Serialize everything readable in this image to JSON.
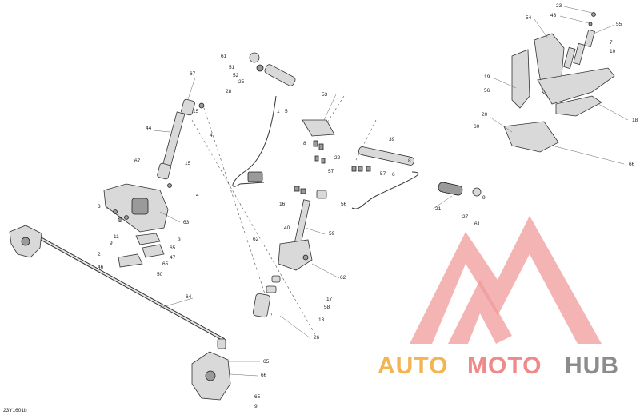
{
  "drawing_id": "23Y1601b",
  "watermark": {
    "text_part1": "AUTO",
    "text_part2": "MOTO",
    "text_part3": "HUB",
    "color_orange": "#f2b552",
    "color_red": "#ef8a8a",
    "color_gray": "#8c8c8c"
  },
  "callouts": [
    {
      "id": "c-23",
      "label": "23"
    },
    {
      "id": "c-43",
      "label": "43"
    },
    {
      "id": "c-54",
      "label": "54"
    },
    {
      "id": "c-55",
      "label": "55"
    },
    {
      "id": "c-7",
      "label": "7"
    },
    {
      "id": "c-10",
      "label": "10"
    },
    {
      "id": "c-19",
      "label": "19"
    },
    {
      "id": "c-56a",
      "label": "56"
    },
    {
      "id": "c-18",
      "label": "18"
    },
    {
      "id": "c-20",
      "label": "20"
    },
    {
      "id": "c-60",
      "label": "60"
    },
    {
      "id": "c-66",
      "label": "66"
    },
    {
      "id": "c-61",
      "label": "61"
    },
    {
      "id": "c-51",
      "label": "51"
    },
    {
      "id": "c-52",
      "label": "52"
    },
    {
      "id": "c-25",
      "label": "25"
    },
    {
      "id": "c-28",
      "label": "28"
    },
    {
      "id": "c-53",
      "label": "53"
    },
    {
      "id": "c-1",
      "label": "1"
    },
    {
      "id": "c-5",
      "label": "5"
    },
    {
      "id": "c-8",
      "label": "8"
    },
    {
      "id": "c-22",
      "label": "22"
    },
    {
      "id": "c-57a",
      "label": "57"
    },
    {
      "id": "c-39",
      "label": "39"
    },
    {
      "id": "c-8b",
      "label": "8"
    },
    {
      "id": "c-57b",
      "label": "57"
    },
    {
      "id": "c-6",
      "label": "6"
    },
    {
      "id": "c-67a",
      "label": "67"
    },
    {
      "id": "c-15a",
      "label": "15"
    },
    {
      "id": "c-4a",
      "label": "4"
    },
    {
      "id": "c-44",
      "label": "44"
    },
    {
      "id": "c-67b",
      "label": "67"
    },
    {
      "id": "c-15b",
      "label": "15"
    },
    {
      "id": "c-4b",
      "label": "4"
    },
    {
      "id": "c-16",
      "label": "16"
    },
    {
      "id": "c-56b",
      "label": "56"
    },
    {
      "id": "c-21",
      "label": "21"
    },
    {
      "id": "c-27",
      "label": "27"
    },
    {
      "id": "c-9a",
      "label": "9"
    },
    {
      "id": "c-61b",
      "label": "61"
    },
    {
      "id": "c-3",
      "label": "3"
    },
    {
      "id": "c-63",
      "label": "63"
    },
    {
      "id": "c-59",
      "label": "59"
    },
    {
      "id": "c-40",
      "label": "40"
    },
    {
      "id": "c-11",
      "label": "11"
    },
    {
      "id": "c-9b",
      "label": "9"
    },
    {
      "id": "c-2",
      "label": "2"
    },
    {
      "id": "c-65a",
      "label": "65"
    },
    {
      "id": "c-47",
      "label": "47"
    },
    {
      "id": "c-9c",
      "label": "9"
    },
    {
      "id": "c-65b",
      "label": "65"
    },
    {
      "id": "c-62a",
      "label": "62"
    },
    {
      "id": "c-62b",
      "label": "62"
    },
    {
      "id": "c-46",
      "label": "46"
    },
    {
      "id": "c-50",
      "label": "50"
    },
    {
      "id": "c-17",
      "label": "17"
    },
    {
      "id": "c-58",
      "label": "58"
    },
    {
      "id": "c-13",
      "label": "13"
    },
    {
      "id": "c-64",
      "label": "64"
    },
    {
      "id": "c-26",
      "label": "26"
    },
    {
      "id": "c-65c",
      "label": "65"
    },
    {
      "id": "c-66b",
      "label": "66"
    },
    {
      "id": "c-65d",
      "label": "65"
    },
    {
      "id": "c-9d",
      "label": "9"
    }
  ]
}
